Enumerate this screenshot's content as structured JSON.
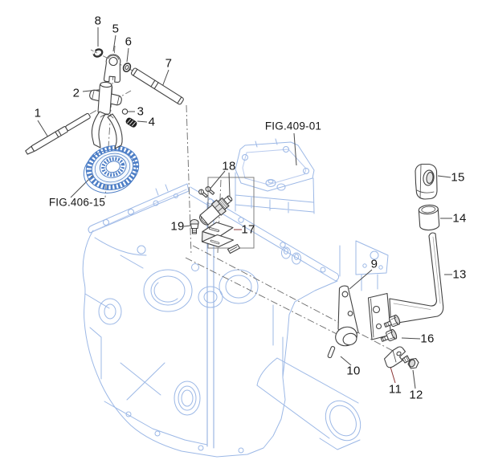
{
  "figure": {
    "fig_labels": [
      {
        "text": "FIG.409-01"
      },
      {
        "text": "FIG.406-15"
      }
    ],
    "callouts": [
      {
        "text": "1"
      },
      {
        "text": "2"
      },
      {
        "text": "3"
      },
      {
        "text": "4"
      },
      {
        "text": "5"
      },
      {
        "text": "6"
      },
      {
        "text": "7"
      },
      {
        "text": "8"
      },
      {
        "text": "9"
      },
      {
        "text": "10"
      },
      {
        "text": "11"
      },
      {
        "text": "12"
      },
      {
        "text": "13"
      },
      {
        "text": "14"
      },
      {
        "text": "15"
      },
      {
        "text": "16"
      },
      {
        "text": "17"
      },
      {
        "text": "18"
      },
      {
        "text": "19"
      }
    ],
    "colors": {
      "background": "#ffffff",
      "housing_line": "#9cb8e6",
      "housing_line_dark": "#7e9ed8",
      "gear_blue": "#4d7ec6",
      "part_outline": "#414141",
      "part_fill": "#ffffff",
      "shade_gray": "#e0e0e0",
      "leader": "#4a4a4a",
      "leader_accent": "#8a3434",
      "centerline": "#6a6a6a",
      "detail_box": "#7d7d7d",
      "label_text": "#161616"
    }
  }
}
